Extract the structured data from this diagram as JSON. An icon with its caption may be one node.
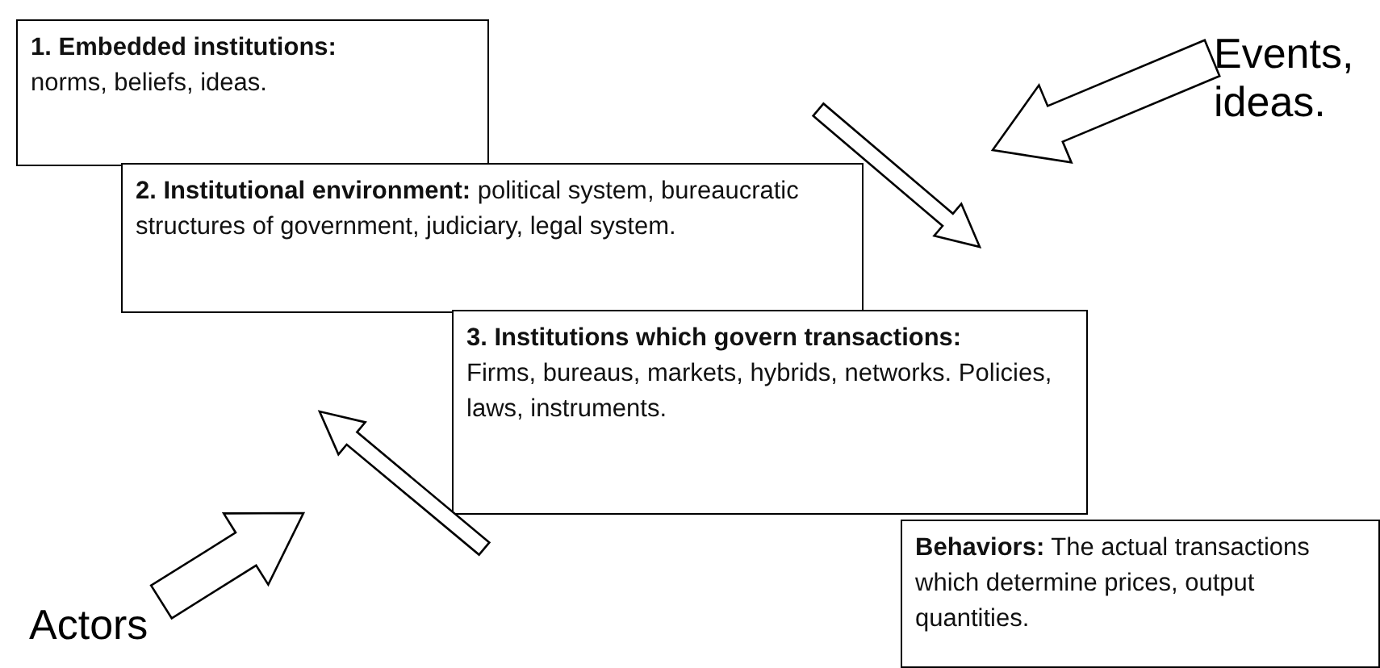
{
  "diagram": {
    "nodes": [
      {
        "text": [
          "1. Embedded institutions:",
          "norms, beliefs, ideas."
        ]
      },
      {
        "text": [
          "**2. Institutional environment:** political system, bureaucratic structures of government, judiciary,  legal system."
        ]
      },
      {
        "text": [
          "3. Institutions which govern transactions:",
          "Firms, bureaus, markets, hybrids, networks. Policies, laws, instruments."
        ]
      },
      {
        "text": [
          "**Behaviors:** The actual transactions which determine prices, output quantities."
        ]
      },
      {
        "text": [
          "Events, ideas."
        ]
      },
      {
        "text": [
          "Actors"
        ]
      }
    ],
    "edges": [
      {
        "from": 4,
        "to": null,
        "arrow": "to"
      },
      {
        "from": 5,
        "to": null,
        "arrow": "to"
      }
    ]
  }
}
